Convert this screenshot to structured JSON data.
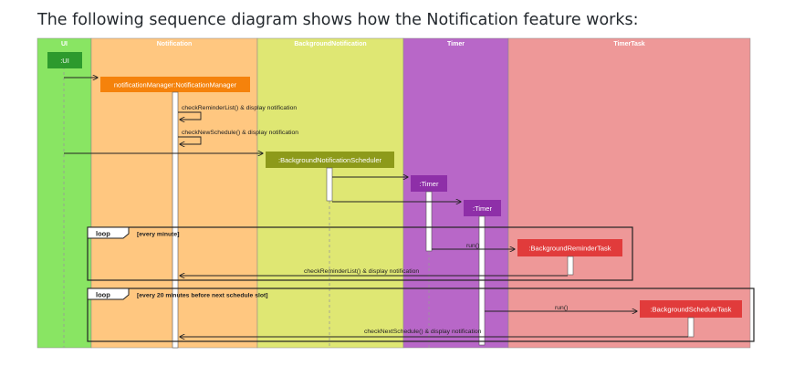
{
  "heading": "The following sequence diagram shows how the Notification feature works:",
  "lanes": {
    "ui": {
      "title": "UI",
      "color": "#89e563"
    },
    "notification": {
      "title": "Notification",
      "color": "#ffc780"
    },
    "background": {
      "title": "BackgroundNotification",
      "color": "#dfe773"
    },
    "timer": {
      "title": "Timer",
      "color": "#b867c8"
    },
    "timertask": {
      "title": "TimerTask",
      "color": "#ee9898"
    }
  },
  "participants": {
    "ui": {
      "label": ":UI",
      "color": "#2d9a2d"
    },
    "manager": {
      "label": "notificationManager:NotificationManager",
      "color": "#f5820b"
    },
    "scheduler": {
      "label": ":BackgroundNotificationScheduler",
      "color": "#8d9a1a"
    },
    "timer1": {
      "label": ":Timer",
      "color": "#8e2fa8"
    },
    "timer2": {
      "label": ":Timer",
      "color": "#8e2fa8"
    },
    "reminder_task": {
      "label": ":BackgroundReminderTask",
      "color": "#e13b3b"
    },
    "schedule_task": {
      "label": ":BackgroundScheduleTask",
      "color": "#e13b3b"
    }
  },
  "messages": {
    "check_reminder": "checkReminderList() & display notification",
    "check_new_schedule": "checkNewSchedule() & display notification",
    "run1": "run()",
    "check_reminder_loop": "checkReminderList() & display notification",
    "run2": "run()",
    "check_next_schedule": "checkNextSchedule() & display notification"
  },
  "loops": {
    "every_minute": {
      "keyword": "loop",
      "guard": "[every minute]"
    },
    "every_20": {
      "keyword": "loop",
      "guard": "[every 20 minutes before next schedule slot]"
    }
  }
}
